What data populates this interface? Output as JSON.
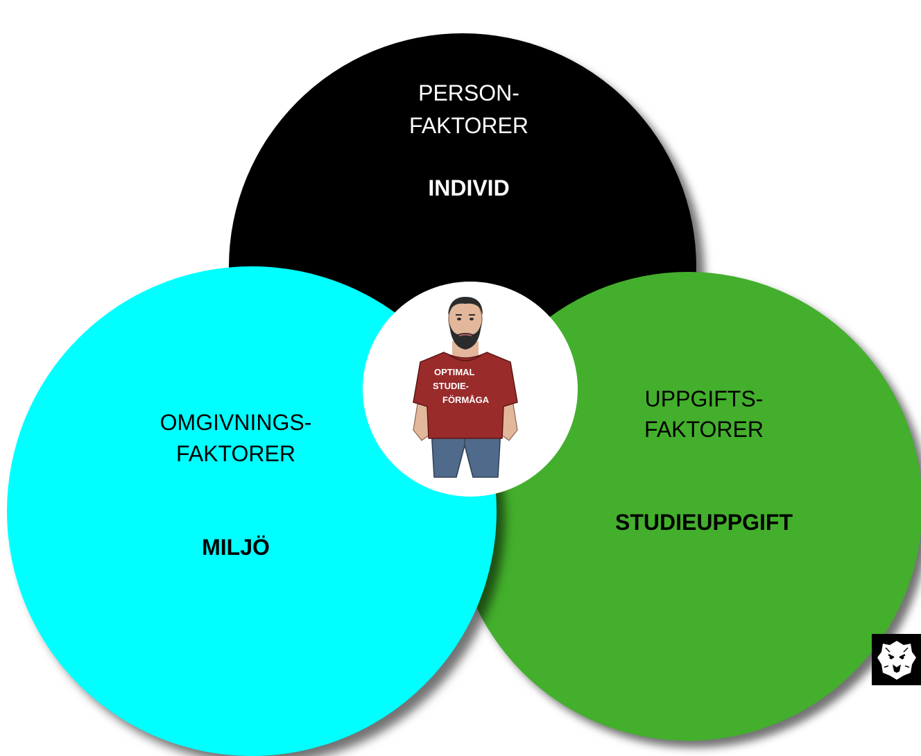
{
  "diagram": {
    "person_factors": {
      "line1": "PERSON-",
      "line2": "FAKTORER",
      "keyword": "INDIVID",
      "color": "#000000"
    },
    "environment_factors": {
      "line1": "OMGIVNINGS-",
      "line2": "FAKTORER",
      "keyword": "MILJÖ",
      "color": "#00ffff"
    },
    "task_factors": {
      "line1": "UPPGIFTS-",
      "line2": "FAKTORER",
      "keyword": "STUDIEUPPGIFT",
      "color": "#43af2c"
    },
    "center": {
      "shirt_line1": "OPTIMAL",
      "shirt_line2": "STUDIE-",
      "shirt_line3": "FÖRMÅGA",
      "shirt_color": "#9a2b2b"
    }
  },
  "logo": {
    "icon": "lion-head-icon"
  }
}
